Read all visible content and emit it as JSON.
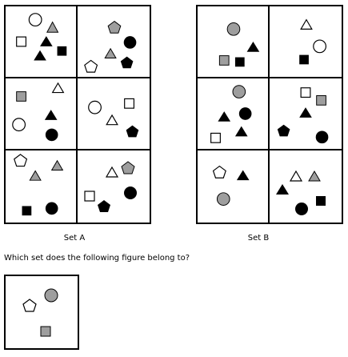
{
  "colors": {
    "black": "#000000",
    "gray": "#9e9e9e",
    "white": "#ffffff"
  },
  "setA": {
    "label": "Set A",
    "cells": [
      {
        "shapes": [
          "white-circle",
          "gray-triangle",
          "white-square",
          "black-triangle",
          "black-triangle",
          "black-square"
        ]
      },
      {
        "shapes": [
          "gray-pentagon",
          "black-circle",
          "gray-triangle",
          "white-pentagon",
          "black-pentagon"
        ]
      },
      {
        "shapes": [
          "white-triangle",
          "gray-square",
          "black-triangle",
          "white-circle",
          "black-circle"
        ]
      },
      {
        "shapes": [
          "white-square",
          "white-circle",
          "white-triangle",
          "black-pentagon"
        ]
      },
      {
        "shapes": [
          "white-pentagon",
          "gray-triangle",
          "gray-triangle",
          "black-square",
          "black-circle"
        ]
      },
      {
        "shapes": [
          "white-triangle",
          "gray-pentagon",
          "black-circle",
          "white-square",
          "black-pentagon"
        ]
      }
    ]
  },
  "setB": {
    "label": "Set B",
    "cells": [
      {
        "shapes": [
          "gray-circle",
          "black-triangle",
          "gray-square",
          "black-square"
        ]
      },
      {
        "shapes": [
          "white-triangle",
          "white-circle",
          "black-square"
        ]
      },
      {
        "shapes": [
          "gray-circle",
          "black-triangle",
          "black-circle",
          "black-triangle",
          "white-square"
        ]
      },
      {
        "shapes": [
          "white-square",
          "gray-square",
          "black-triangle",
          "black-pentagon",
          "black-circle"
        ]
      },
      {
        "shapes": [
          "white-pentagon",
          "black-triangle",
          "gray-circle"
        ]
      },
      {
        "shapes": [
          "white-triangle",
          "gray-triangle",
          "black-triangle",
          "black-square",
          "black-circle"
        ]
      }
    ]
  },
  "question": "Which set does the following figure belong to?",
  "query": {
    "shapes": [
      "gray-circle",
      "white-pentagon",
      "gray-square"
    ]
  }
}
